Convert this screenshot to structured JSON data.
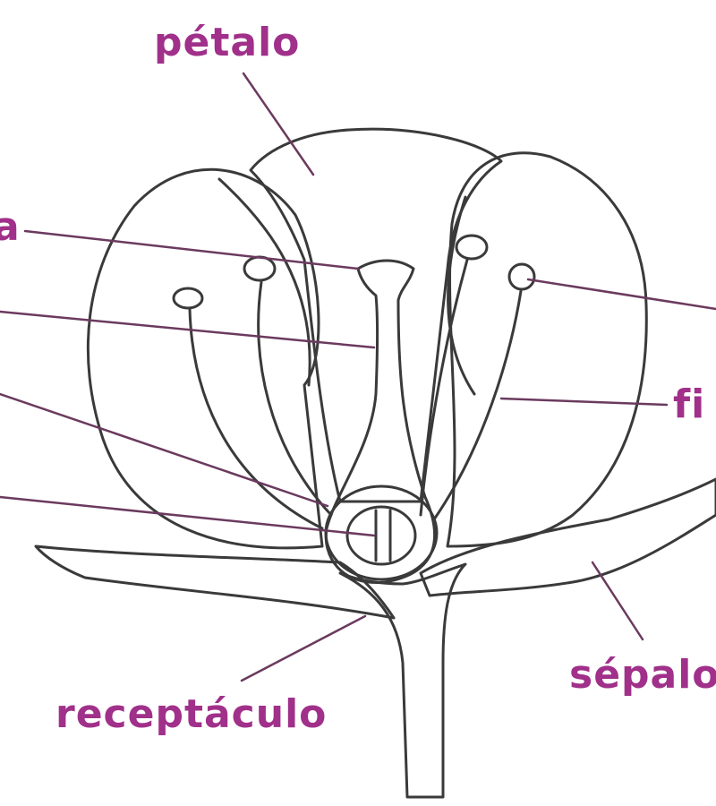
{
  "labels": {
    "petalo": "pétalo",
    "left_cut": "a",
    "filamento_partial": "fi",
    "sepalo_partial": "sépalo",
    "receptaculo": "receptáculo"
  },
  "colors": {
    "petal_fill": "#f5c4cc",
    "pistil_fill": "#f6f36a",
    "green_fill": "#a8ef78",
    "label_text": "#a0308a",
    "outline": "#3a3a3a"
  }
}
